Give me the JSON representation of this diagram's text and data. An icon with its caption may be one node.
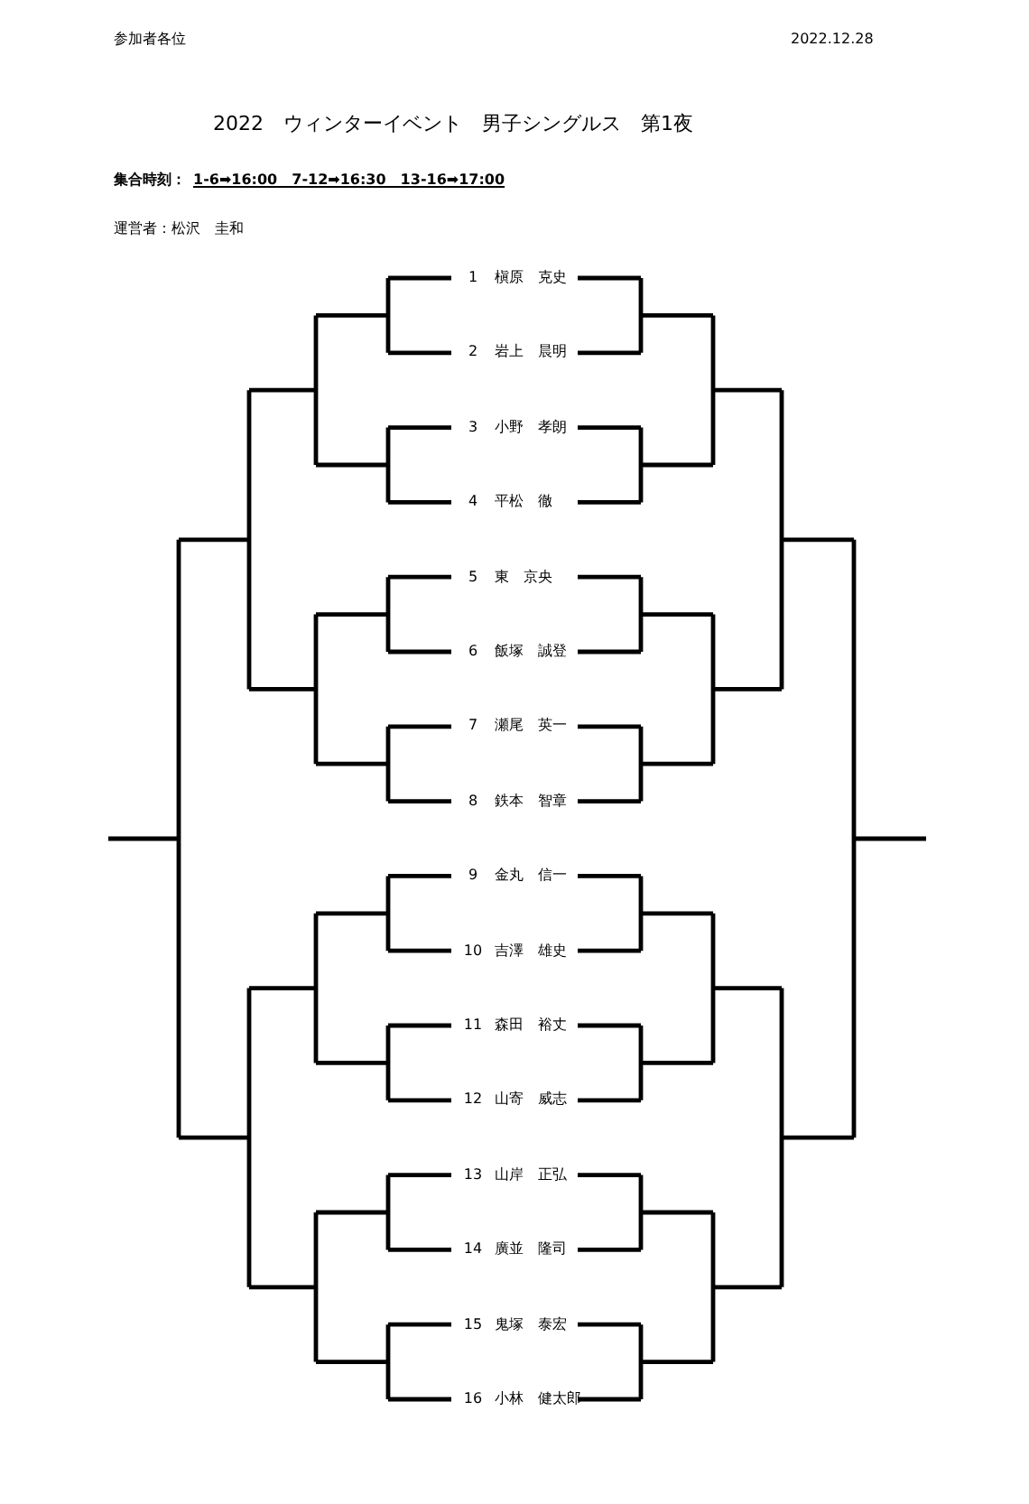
{
  "diagram": {
    "title": "2022　ウィンターイベント　男子シングルス　第1夜",
    "labels": [
      "参加者各位",
      "2022.12.28",
      "集合時刻：",
      "1-6➡16:00　7-12➡16:30　13-16➡17:00",
      "運営者：松沢　圭和",
      "1",
      "槇原　克史",
      "2",
      "岩上　晨明",
      "3",
      "小野　孝朗",
      "4",
      "平松　徹",
      "5",
      "東　京央",
      "6",
      "飯塚　誠登",
      "7",
      "瀬尾　英一",
      "8",
      "鉄本　智章",
      "9",
      "金丸　信一",
      "10",
      "吉澤　雄史",
      "11",
      "森田　裕丈",
      "12",
      "山寄　威志",
      "13",
      "山岸　正弘",
      "14",
      "廣並　隆司",
      "15",
      "鬼塚　泰宏",
      "16",
      "小林　健太郎"
    ]
  }
}
